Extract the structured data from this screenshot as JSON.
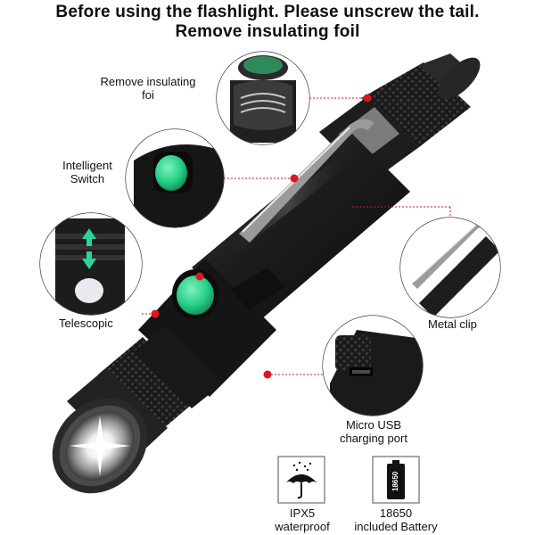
{
  "headline": {
    "line1": "Before using the flashlight. Please unscrew the tail.",
    "line2": "Remove insulating foil"
  },
  "callouts": {
    "insulating_foil": "Remove insulating\nfoi",
    "intelligent_switch": "Intelligent\nSwitch",
    "telescopic": "Telescopic",
    "metal_clip": "Metal clip",
    "usb_port": "Micro USB\ncharging port"
  },
  "features": {
    "waterproof": {
      "label": "IPX5\nwaterproof",
      "icon": "umbrella-rain-icon"
    },
    "battery": {
      "label": "18650\nincluded Battery",
      "icon": "battery-icon",
      "battery_text": "18650"
    }
  },
  "colors": {
    "accent_red": "#e0151b",
    "switch_green": "#28d28a",
    "body_black": "#141414"
  }
}
